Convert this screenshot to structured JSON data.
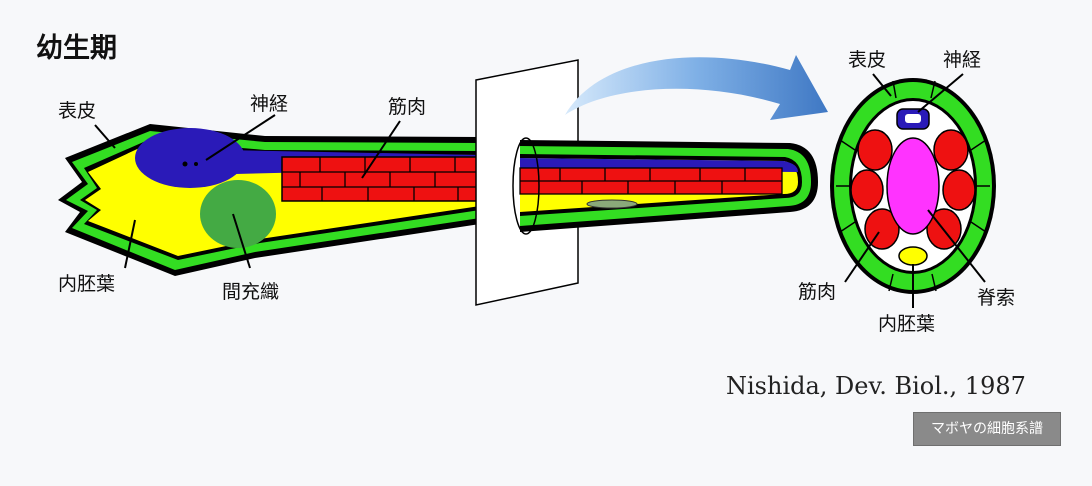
{
  "title": "幼生期",
  "larva_labels": {
    "epidermis": "表皮",
    "nerve": "神経",
    "muscle": "筋肉",
    "endoderm": "内胚葉",
    "mesenchyme": "間充織"
  },
  "section_labels": {
    "epidermis": "表皮",
    "nerve": "神経",
    "muscle": "筋肉",
    "notochord": "脊索",
    "endoderm": "内胚葉"
  },
  "citation": "Nishida, Dev. Biol., 1987",
  "caption": "マボヤの細胞系譜",
  "colors": {
    "epidermis": "#33dd22",
    "nerve": "#2a1ab8",
    "muscle": "#ee1111",
    "endoderm": "#ffff00",
    "mesenchyme": "#44aa44",
    "notochord": "#ff33ff",
    "outline": "#000000",
    "arrow": "#4a86d0"
  }
}
